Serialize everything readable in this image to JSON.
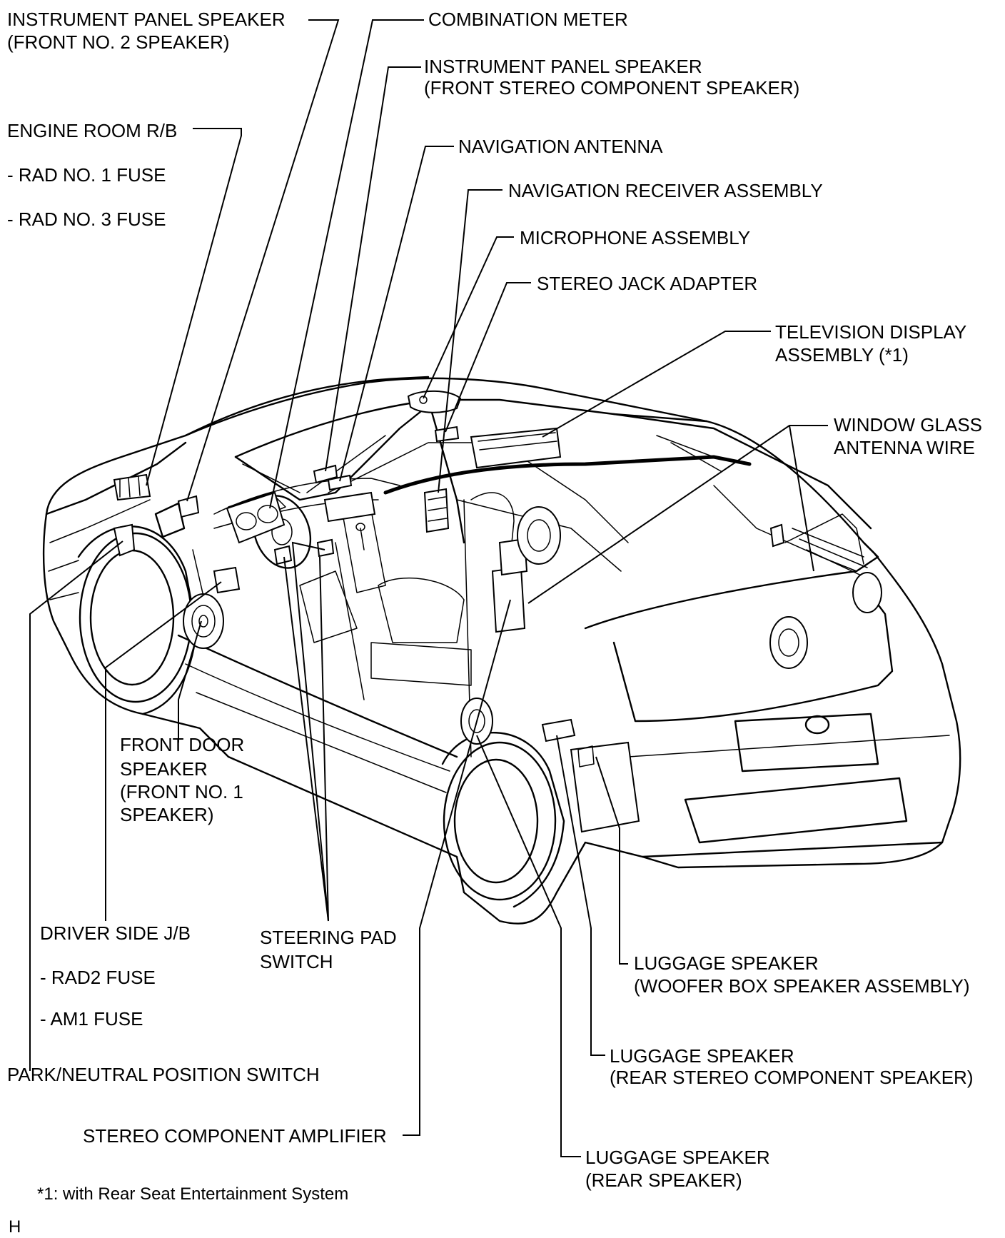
{
  "labels": {
    "instrument_panel_speaker_front_no2": [
      "INSTRUMENT PANEL SPEAKER",
      "(FRONT NO. 2 SPEAKER)"
    ],
    "combination_meter": [
      "COMBINATION METER"
    ],
    "instrument_panel_speaker_front_stereo": [
      "INSTRUMENT PANEL SPEAKER",
      "(FRONT STEREO COMPONENT SPEAKER)"
    ],
    "engine_room_rb": [
      "ENGINE ROOM R/B",
      "- RAD NO. 1 FUSE",
      "- RAD NO. 3 FUSE"
    ],
    "navigation_antenna": [
      "NAVIGATION ANTENNA"
    ],
    "navigation_receiver_assembly": [
      "NAVIGATION RECEIVER ASSEMBLY"
    ],
    "microphone_assembly": [
      "MICROPHONE ASSEMBLY"
    ],
    "stereo_jack_adapter": [
      "STEREO JACK ADAPTER"
    ],
    "television_display_assembly": [
      "TELEVISION DISPLAY",
      "ASSEMBLY (*1)"
    ],
    "window_glass_antenna_wire": [
      "WINDOW GLASS",
      "ANTENNA WIRE"
    ],
    "front_door_speaker": [
      "FRONT DOOR",
      "SPEAKER",
      "(FRONT NO. 1",
      "SPEAKER)"
    ],
    "driver_side_jb": [
      "DRIVER SIDE J/B",
      "- RAD2 FUSE",
      "- AM1 FUSE"
    ],
    "steering_pad_switch": [
      "STEERING PAD",
      "SWITCH"
    ],
    "luggage_speaker_woofer": [
      "LUGGAGE SPEAKER",
      "(WOOFER BOX SPEAKER ASSEMBLY)"
    ],
    "luggage_speaker_rear_stereo": [
      "LUGGAGE SPEAKER",
      "(REAR STEREO COMPONENT SPEAKER)"
    ],
    "luggage_speaker_rear": [
      "LUGGAGE SPEAKER",
      "(REAR SPEAKER)"
    ],
    "park_neutral_position_switch": [
      "PARK/NEUTRAL POSITION SWITCH"
    ],
    "stereo_component_amplifier": [
      "STEREO COMPONENT AMPLIFIER"
    ]
  },
  "footnote": "*1: with Rear Seat Entertainment System",
  "corner_mark": "H"
}
